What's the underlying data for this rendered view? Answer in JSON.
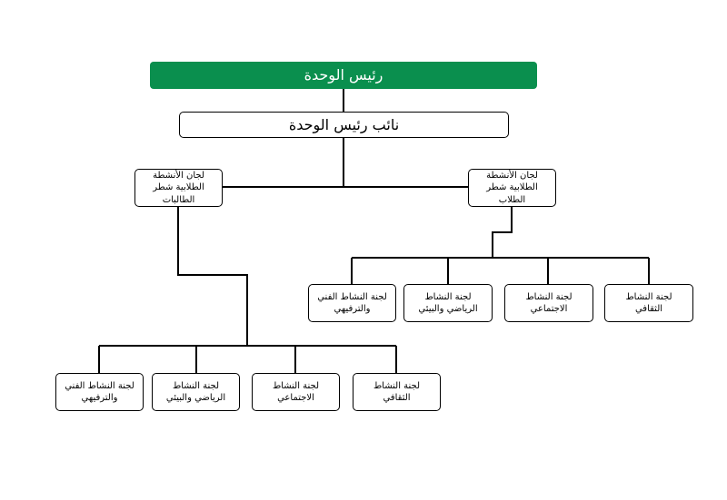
{
  "org": {
    "head": "رئيس الوحدة",
    "deputy": "نائب رئيس الوحدة",
    "female_branch": "لجان الأنشطة الطلابية شطر الطالبات",
    "male_branch": "لجان الأنشطة الطلابية شطر الطلاب",
    "male_committees": [
      "لجنة النشاط الفني والترفيهي",
      "لجنة النشاط الرياضي والبيئي",
      "لجنة النشاط الاجتماعي",
      "لجنة النشاط الثقافي"
    ],
    "female_committees": [
      "لجنة النشاط الفني والترفيهي",
      "لجنة النشاط الرياضي والبيئي",
      "لجنة النشاط الاجتماعي",
      "لجنة النشاط الثقافي"
    ]
  },
  "colors": {
    "head_fill": "#0a8f4e",
    "head_text": "#ffffff",
    "line": "#000000"
  }
}
